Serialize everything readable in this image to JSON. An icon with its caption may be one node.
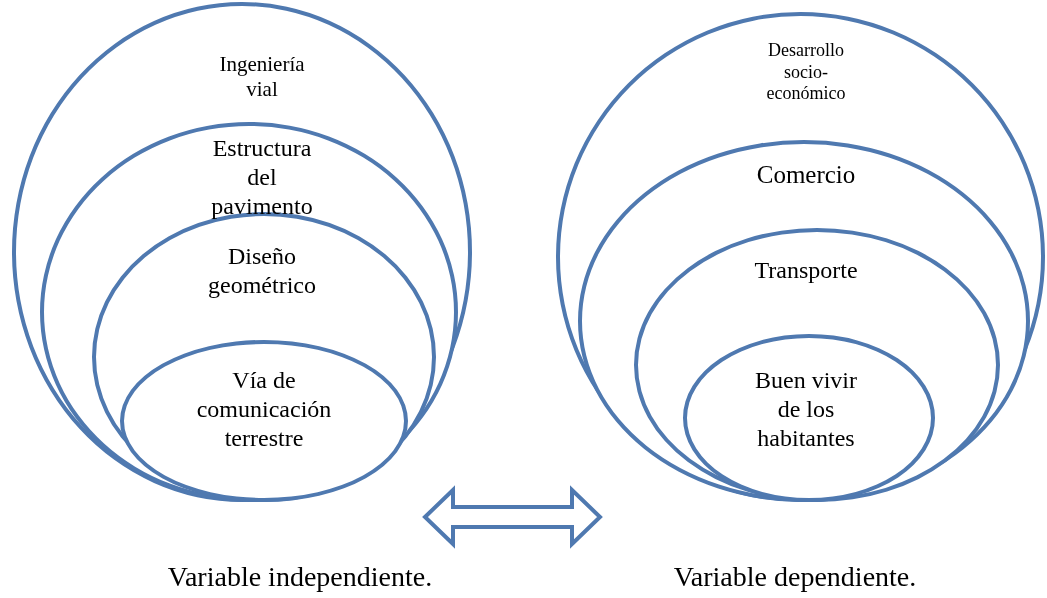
{
  "diagram": {
    "nodes": [
      {
        "text": [
          "Ingeniería vial"
        ]
      },
      {
        "text": [
          "Estructura del pavimento"
        ],
        "in": 0
      },
      {
        "text": [
          "Diseño geométrico"
        ],
        "in": 1
      },
      {
        "text": [
          "Vía de comunicación terrestre"
        ],
        "in": 2
      },
      {
        "text": [
          "Desarrollo socio-económico"
        ]
      },
      {
        "text": [
          "Comercio"
        ],
        "in": 4
      },
      {
        "text": [
          "Transporte"
        ],
        "in": 5
      },
      {
        "text": [
          "Buen vivir de los habitantes"
        ],
        "in": 6
      }
    ],
    "edges": [
      {
        "from": 0,
        "to": 4,
        "arrow": "both"
      }
    ],
    "labels": [
      "Variable independiente.",
      "Variable dependiente."
    ]
  }
}
